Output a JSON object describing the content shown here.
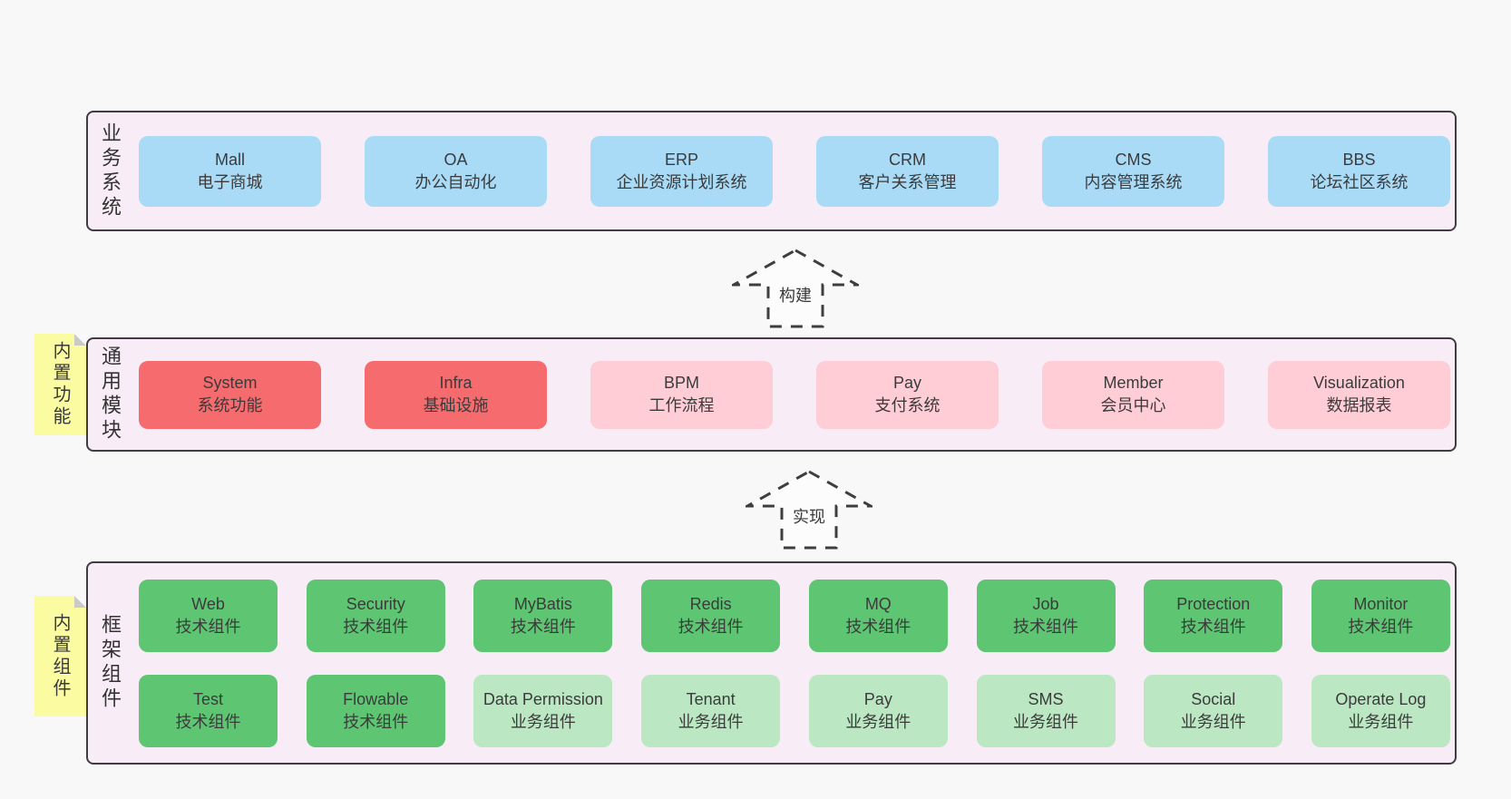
{
  "palette": {
    "blue": "#a9dbf7",
    "red": "#f56b6e",
    "pink": "#fecdd6",
    "green": "#5ec573",
    "lightgreen": "#bbe7c3",
    "tab_yellow": "#fbfba2",
    "section_bg": "#f8edf6",
    "section_border": "#413c44",
    "page_bg": "#f8f8f8"
  },
  "arrows": [
    {
      "label": "构建"
    },
    {
      "label": "实现"
    }
  ],
  "sections": [
    {
      "side_label": "业务系统",
      "rows": [
        [
          {
            "title": "Mall",
            "subtitle": "电子商城",
            "variant": "blue"
          },
          {
            "title": "OA",
            "subtitle": "办公自动化",
            "variant": "blue"
          },
          {
            "title": "ERP",
            "subtitle": "企业资源计划系统",
            "variant": "blue"
          },
          {
            "title": "CRM",
            "subtitle": "客户关系管理",
            "variant": "blue"
          },
          {
            "title": "CMS",
            "subtitle": "内容管理系统",
            "variant": "blue"
          },
          {
            "title": "BBS",
            "subtitle": "论坛社区系统",
            "variant": "blue"
          }
        ]
      ]
    },
    {
      "side_label": "通用模块",
      "tab_label": "内置功能",
      "rows": [
        [
          {
            "title": "System",
            "subtitle": "系统功能",
            "variant": "red"
          },
          {
            "title": "Infra",
            "subtitle": "基础设施",
            "variant": "red"
          },
          {
            "title": "BPM",
            "subtitle": "工作流程",
            "variant": "pink"
          },
          {
            "title": "Pay",
            "subtitle": "支付系统",
            "variant": "pink"
          },
          {
            "title": "Member",
            "subtitle": "会员中心",
            "variant": "pink"
          },
          {
            "title": "Visualization",
            "subtitle": "数据报表",
            "variant": "pink"
          }
        ]
      ]
    },
    {
      "side_label": "框架组件",
      "tab_label": "内置组件",
      "rows": [
        [
          {
            "title": "Web",
            "subtitle": "技术组件",
            "variant": "green"
          },
          {
            "title": "Security",
            "subtitle": "技术组件",
            "variant": "green"
          },
          {
            "title": "MyBatis",
            "subtitle": "技术组件",
            "variant": "green"
          },
          {
            "title": "Redis",
            "subtitle": "技术组件",
            "variant": "green"
          },
          {
            "title": "MQ",
            "subtitle": "技术组件",
            "variant": "green"
          },
          {
            "title": "Job",
            "subtitle": "技术组件",
            "variant": "green"
          },
          {
            "title": "Protection",
            "subtitle": "技术组件",
            "variant": "green"
          },
          {
            "title": "Monitor",
            "subtitle": "技术组件",
            "variant": "green"
          }
        ],
        [
          {
            "title": "Test",
            "subtitle": "技术组件",
            "variant": "green"
          },
          {
            "title": "Flowable",
            "subtitle": "技术组件",
            "variant": "green"
          },
          {
            "title": "Data Permission",
            "subtitle": "业务组件",
            "variant": "lightgreen"
          },
          {
            "title": "Tenant",
            "subtitle": "业务组件",
            "variant": "lightgreen"
          },
          {
            "title": "Pay",
            "subtitle": "业务组件",
            "variant": "lightgreen"
          },
          {
            "title": "SMS",
            "subtitle": "业务组件",
            "variant": "lightgreen"
          },
          {
            "title": "Social",
            "subtitle": "业务组件",
            "variant": "lightgreen"
          },
          {
            "title": "Operate Log",
            "subtitle": "业务组件",
            "variant": "lightgreen"
          }
        ]
      ]
    }
  ]
}
